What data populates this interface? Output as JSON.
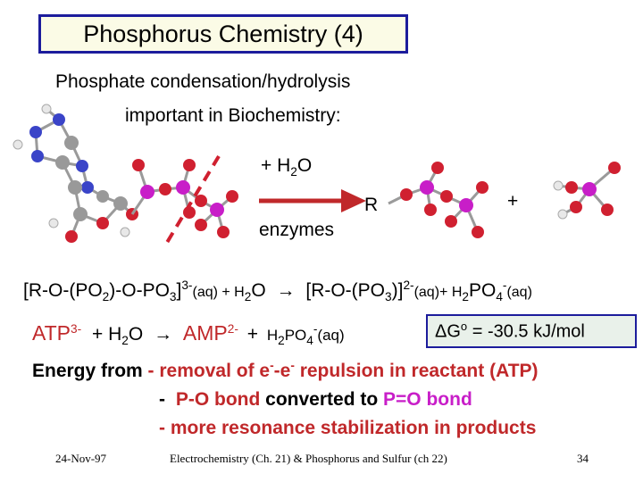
{
  "title": "Phosphorus Chemistry (4)",
  "intro": {
    "line1": "Phosphate condensation/hydrolysis",
    "line2": "important in Biochemistry:"
  },
  "reaction_diagram": {
    "reagent": "+ H",
    "reagent_sub": "2",
    "reagent_tail": "O",
    "catalyst": "enzymes",
    "r_label": "R",
    "plus": "+"
  },
  "equation1": {
    "part1": "[R-O-(PO",
    "s1": "2",
    "part2": ")-O-PO",
    "s2": "3",
    "part3": "]",
    "sup1": "3-",
    "aq1": "(aq) + H",
    "s3": "2",
    "part4": "O",
    "arrow": "→",
    "part5": "[R-O-(PO",
    "s4": "3",
    "part6": ")]",
    "sup2": "2-",
    "aq2": "(aq)+ H",
    "s5": "2",
    "part7": "PO",
    "s6": "4",
    "sup3": "-",
    "aq3": "(aq)"
  },
  "equation2": {
    "atp": "ATP",
    "atp_sup": "3-",
    "plus_water": "+ H",
    "water_sub": "2",
    "water_tail": "O",
    "arrow": "→",
    "amp": "AMP",
    "amp_sup": "2-",
    "plus": "+",
    "phos": "H",
    "phos_s1": "2",
    "phos_mid": "PO",
    "phos_s2": "4",
    "phos_sup": "-",
    "phos_aq": "(aq)",
    "delta": "ΔG",
    "delta_sup": "o",
    "delta_val": " = -30.5 kJ/mol"
  },
  "energy": {
    "lead": "Energy from",
    "line1": "- removal of e",
    "l1_sup": "-",
    "line1b": "-e",
    "l1_sup2": "-",
    "line1c": " repulsion in reactant (ATP)",
    "line2a": "-",
    "line2b": "P-O bond",
    "line2c": " converted to ",
    "line2d": "P=O bond",
    "line3": "- more resonance stabilization in products"
  },
  "footer": {
    "date": "24-Nov-97",
    "course": "Electrochemistry (Ch. 21) & Phosphorus and Sulfur (ch 22)",
    "page": "34"
  },
  "colors": {
    "red": "#c0282a",
    "magenta": "#c81ec8",
    "title_border": "#1c1c9c",
    "title_bg": "#fbfbe6",
    "dg_bg": "#e9f1ea"
  }
}
